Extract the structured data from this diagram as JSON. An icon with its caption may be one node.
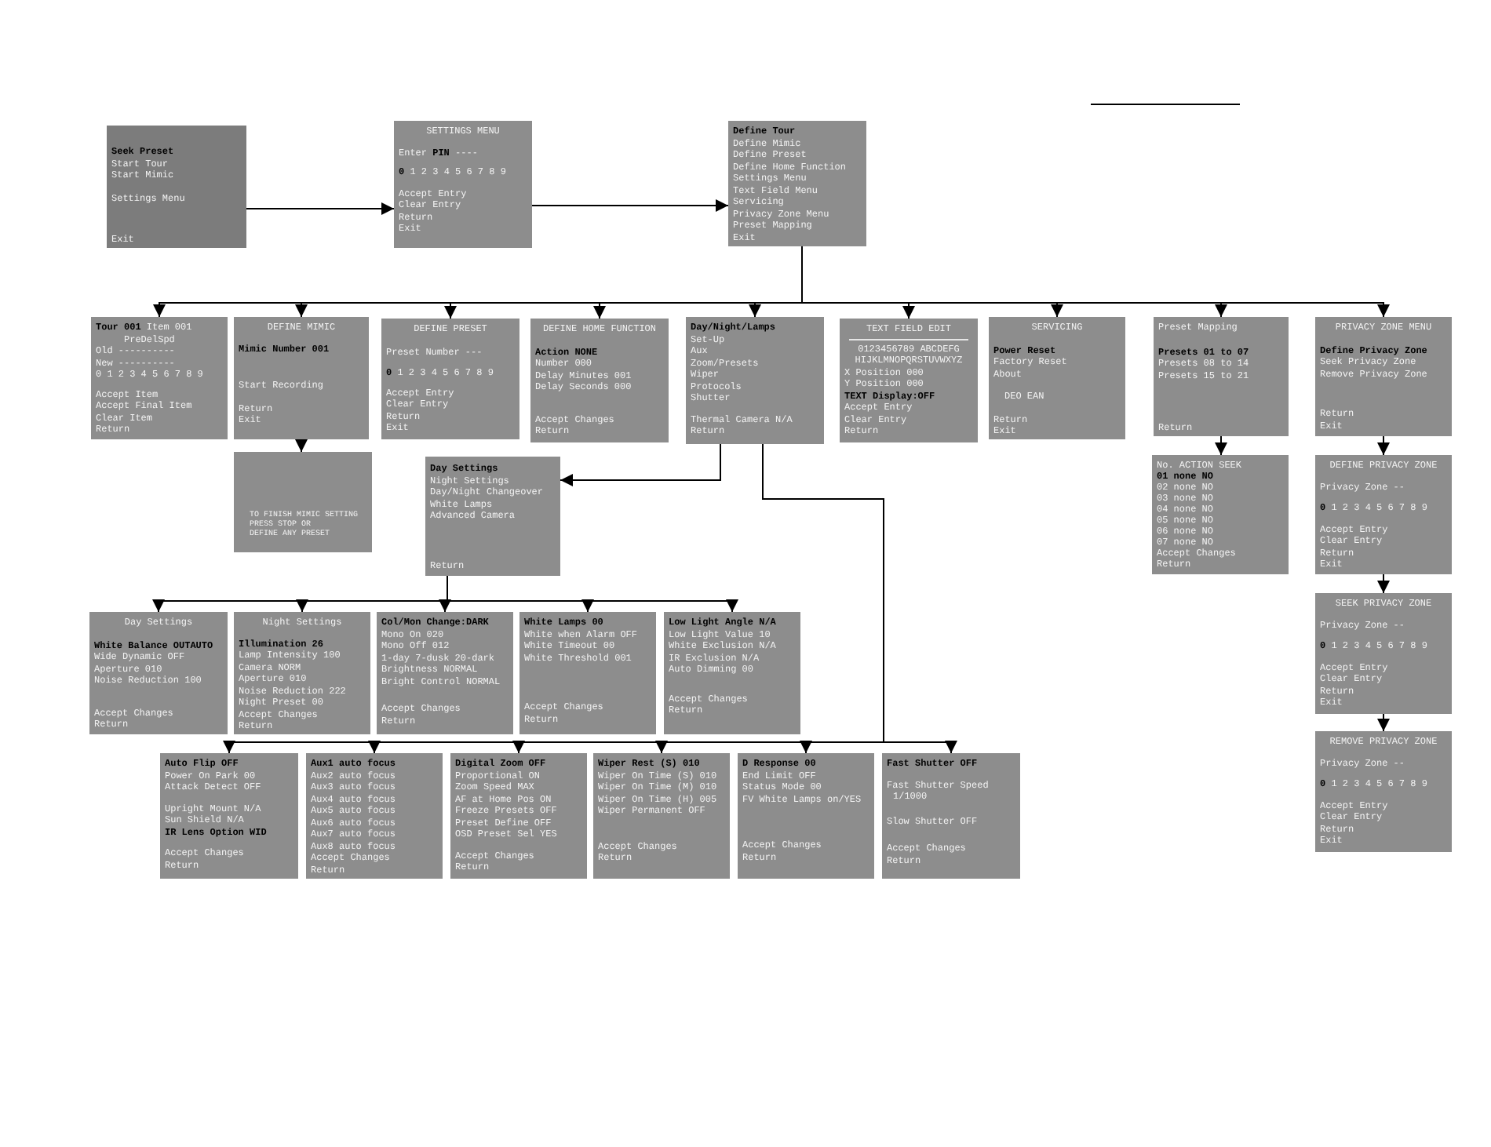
{
  "diagram": {
    "nodes": [
      {
        "text": [
          "Seek Preset",
          "Start Tour",
          "Start Mimic",
          "Settings Menu",
          "Exit"
        ]
      },
      {
        "text": [
          "SETTINGS MENU",
          "Enter **PIN** ----",
          "**0** 1 2 3 4 5 6 7 8 9",
          "Accept Entry",
          "Clear Entry",
          "Return",
          "Exit"
        ]
      },
      {
        "text": [
          "Define Tour",
          "Define Mimic",
          "Define Preset",
          "Define Home Function",
          "Settings Menu",
          "Text Field Menu",
          "Servicing",
          "Privacy Zone Menu",
          "Preset Mapping",
          "Exit"
        ]
      },
      {
        "text": [
          "**Tour 001** Item 001",
          "PreDelSpd",
          "Old ----------",
          "New ----------",
          "0 1 2 3 4 5 6 7 8 9",
          "Accept Item",
          "Accept Final Item",
          "Clear Item",
          "Return"
        ]
      },
      {
        "text": [
          "DEFINE MIMIC",
          "Mimic Number 001",
          "Start Recording",
          "Return",
          "Exit"
        ]
      },
      {
        "text": [
          "DEFINE PRESET",
          "Preset Number ---",
          "**0** 1 2 3 4 5 6 7 8 9",
          "Accept Entry",
          "Clear Entry",
          "Return",
          "Exit"
        ]
      },
      {
        "text": [
          "DEFINE HOME FUNCTION",
          "Action NONE",
          "Number 000",
          "Delay Minutes 001",
          "Delay Seconds 000",
          "Accept Changes",
          "Return"
        ]
      },
      {
        "text": [
          "Day/Night/Lamps",
          "Set-Up",
          "Aux",
          "Zoom/Presets",
          "Wiper",
          "Protocols",
          "Shutter",
          "Thermal Camera N/A",
          "Return"
        ]
      },
      {
        "text": [
          "TEXT FIELD EDIT",
          "0123456789 ABCDEFG",
          "HIJKLMNOPQRSTUVWXYZ",
          "X Position 000",
          "Y Position 000",
          "TEXT Display:OFF",
          "Accept Entry",
          "Clear Entry",
          "Return"
        ]
      },
      {
        "text": [
          "SERVICING",
          "Power Reset",
          "Factory Reset",
          "About",
          "DEO EAN",
          "Return",
          "Exit"
        ]
      },
      {
        "text": [
          "Preset Mapping",
          "Presets 01 to 07",
          "Presets 08 to 14",
          "Presets 15 to 21",
          "Return"
        ]
      },
      {
        "text": [
          "PRIVACY ZONE MENU",
          "Define Privacy Zone",
          "Seek Privacy Zone",
          "Remove Privacy Zone",
          "Return",
          "Exit"
        ]
      },
      {
        "text": [
          "TO FINISH MIMIC SETTING",
          "PRESS STOP OR",
          "DEFINE ANY PRESET"
        ]
      },
      {
        "text": [
          "Day Settings",
          "Night Settings",
          "Day/Night Changeover",
          "White Lamps",
          "Advanced Camera",
          "Return"
        ]
      },
      {
        "text": [
          "Day Settings",
          "White Balance OUTAUTO",
          "Wide Dynamic OFF",
          "Aperture 010",
          "Noise Reduction 100",
          "Accept Changes",
          "Return"
        ]
      },
      {
        "text": [
          "Night Settings",
          "Illumination 26",
          "Lamp Intensity 100",
          "Camera NORM",
          "Aperture 010",
          "Noise Reduction 222",
          "Night Preset 00",
          "Accept Changes",
          "Return"
        ]
      },
      {
        "text": [
          "Col/Mon Change:DARK",
          "Mono On 020",
          "Mono Off 012",
          "1-day 7-dusk 20-dark",
          "Brightness NORMAL",
          "Bright Control NORMAL",
          "Accept Changes",
          "Return"
        ]
      },
      {
        "text": [
          "White Lamps 00",
          "White when Alarm OFF",
          "White Timeout 00",
          "White Threshold 001",
          "Accept Changes",
          "Return"
        ]
      },
      {
        "text": [
          "Low Light Angle N/A",
          "Low Light Value 10",
          "White Exclusion N/A",
          "IR Exclusion N/A",
          "Auto Dimming 00",
          "Accept Changes",
          "Return"
        ]
      },
      {
        "text": [
          "Auto Flip OFF",
          "Power On Park 00",
          "Attack Detect OFF",
          "Upright Mount N/A",
          "Sun Shield N/A",
          "IR Lens Option WID",
          "Accept Changes",
          "Return"
        ]
      },
      {
        "text": [
          "Aux1 auto focus",
          "Aux2 auto focus",
          "Aux3 auto focus",
          "Aux4 auto focus",
          "Aux5 auto focus",
          "Aux6 auto focus",
          "Aux7 auto focus",
          "Aux8 auto focus",
          "Accept Changes",
          "Return"
        ]
      },
      {
        "text": [
          "Digital Zoom OFF",
          "Proportional ON",
          "Zoom Speed MAX",
          "AF at Home Pos ON",
          "Freeze Presets OFF",
          "Preset Define OFF",
          "OSD Preset Sel YES",
          "Accept Changes",
          "Return"
        ]
      },
      {
        "text": [
          "Wiper Rest (S) 010",
          "Wiper On Time (S) 010",
          "Wiper On Time (M) 010",
          "Wiper On Time (H) 005",
          "Wiper Permanent OFF",
          "Accept Changes",
          "Return"
        ]
      },
      {
        "text": [
          "D Response 00",
          "End Limit OFF",
          "Status Mode 00",
          "FV White Lamps on/YES",
          "Accept Changes",
          "Return"
        ]
      },
      {
        "text": [
          "Fast Shutter OFF",
          "Fast Shutter Speed",
          "1/1000",
          "Slow Shutter OFF",
          "Accept Changes",
          "Return"
        ]
      },
      {
        "text": [
          "No. ACTION SEEK",
          "01 none NO",
          "02 none NO",
          "03 none NO",
          "04 none NO",
          "05 none NO",
          "06 none NO",
          "07 none NO",
          "Accept Changes",
          "Return"
        ]
      },
      {
        "text": [
          "DEFINE PRIVACY ZONE",
          "Privacy Zone --",
          "**0** 1 2 3 4 5 6 7 8 9",
          "Accept Entry",
          "Clear Entry",
          "Return",
          "Exit"
        ]
      },
      {
        "text": [
          "SEEK PRIVACY ZONE",
          "Privacy Zone --",
          "**0** 1 2 3 4 5 6 7 8 9",
          "Accept Entry",
          "Clear Entry",
          "Return",
          "Exit"
        ]
      },
      {
        "text": [
          "REMOVE PRIVACY ZONE",
          "Privacy Zone --",
          "**0** 1 2 3 4 5 6 7 8 9",
          "Accept Entry",
          "Clear Entry",
          "Return",
          "Exit"
        ]
      }
    ],
    "edges": [
      {
        "from": 0,
        "to": 1,
        "arrow": "to"
      },
      {
        "from": 1,
        "to": 2,
        "arrow": "to"
      },
      {
        "from": 2,
        "to": 3,
        "arrow": "to"
      },
      {
        "from": 2,
        "to": 4,
        "arrow": "to"
      },
      {
        "from": 2,
        "to": 5,
        "arrow": "to"
      },
      {
        "from": 2,
        "to": 6,
        "arrow": "to"
      },
      {
        "from": 2,
        "to": 7,
        "arrow": "to"
      },
      {
        "from": 2,
        "to": 8,
        "arrow": "to"
      },
      {
        "from": 2,
        "to": 9,
        "arrow": "to"
      },
      {
        "from": 2,
        "to": 10,
        "arrow": "to"
      },
      {
        "from": 2,
        "to": 11,
        "arrow": "to"
      },
      {
        "from": 4,
        "to": 12,
        "arrow": "to"
      },
      {
        "from": 7,
        "to": 13,
        "arrow": "to"
      },
      {
        "from": 13,
        "to": 14,
        "arrow": "to"
      },
      {
        "from": 13,
        "to": 15,
        "arrow": "to"
      },
      {
        "from": 13,
        "to": 16,
        "arrow": "to"
      },
      {
        "from": 13,
        "to": 17,
        "arrow": "to"
      },
      {
        "from": 13,
        "to": 18,
        "arrow": "to"
      },
      {
        "from": 7,
        "to": 19,
        "arrow": "to"
      },
      {
        "from": 7,
        "to": 20,
        "arrow": "to"
      },
      {
        "from": 7,
        "to": 21,
        "arrow": "to"
      },
      {
        "from": 7,
        "to": 22,
        "arrow": "to"
      },
      {
        "from": 7,
        "to": 23,
        "arrow": "to"
      },
      {
        "from": 7,
        "to": 24,
        "arrow": "to"
      },
      {
        "from": 10,
        "to": 25,
        "arrow": "to"
      },
      {
        "from": 11,
        "to": 26,
        "arrow": "to"
      },
      {
        "from": 26,
        "to": 27,
        "arrow": "to"
      },
      {
        "from": 27,
        "to": 28,
        "arrow": "to"
      }
    ]
  }
}
